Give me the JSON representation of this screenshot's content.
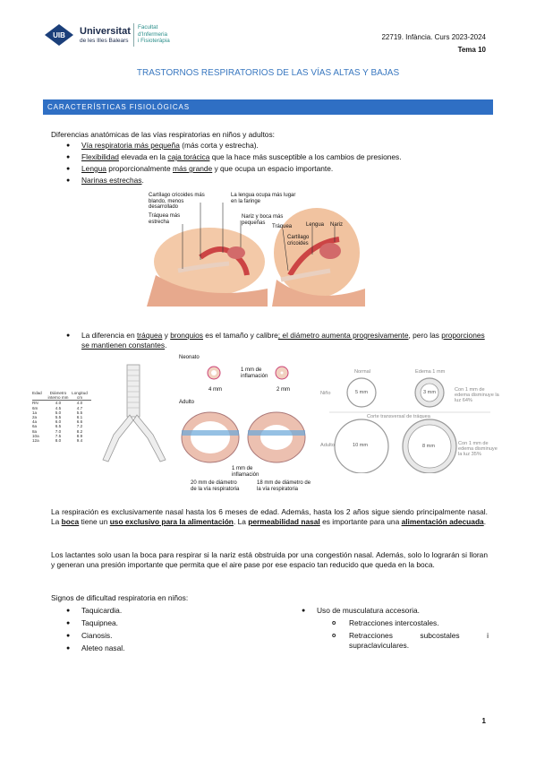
{
  "header": {
    "university_name": "Universitat",
    "university_sub": "de les Illes Balears",
    "logo_text": "UIB",
    "faculty_lines": [
      "Facultat",
      "d'Infermeria",
      "i Fisioteràpia"
    ],
    "course": "22719. Infància. Curs 2023-2024",
    "tema": "Tema 10"
  },
  "title": "TRASTORNOS RESPIRATORIOS DE LAS VÍAS ALTAS Y BAJAS",
  "section": "CARACTERÍSTICAS FISIOLÓGICAS",
  "intro": "Diferencias anatómicas de las vías respiratorias en niños y adultos:",
  "bullets1": {
    "b1_u": "Vía respiratoria más pequeña",
    "b1_rest": " (más corta y estrecha).",
    "b2_u1": "Flexibilidad",
    "b2_mid": " elevada en la ",
    "b2_u2": "caja torácica",
    "b2_rest": " que la hace más susceptible a los cambios de presiones.",
    "b3_u1": "Lengua",
    "b3_mid": " proporcionalmente ",
    "b3_u2": "más grande",
    "b3_rest": " y que ocupa un espacio importante.",
    "b4_u": "Narinas estrechas",
    "b4_rest": "."
  },
  "figure1": {
    "label_cartilago": "Cartílago cricoides más blando, menos desarrollado",
    "label_traquea": "Tráquea más estrecha",
    "label_lengua": "La lengua ocupa más lugar en la faringe",
    "label_nariz_boca": "Nariz y boca más pequeñas",
    "adult_traquea": "Tráquea",
    "adult_lengua": "Lengua",
    "adult_nariz": "Nariz",
    "adult_cartilago": "Cartílago cricoides"
  },
  "bullet2": {
    "pre": "La diferencia en ",
    "u1": "tráquea",
    "and": " y ",
    "u2": "bronquios",
    "mid": " es el tamaño y calibre",
    "u3": "; el diámetro aumenta progresivamente",
    "mid2": ", pero las ",
    "u4": "proporciones se mantienen constantes",
    "end": "."
  },
  "figure2": {
    "table_headers": [
      "Edad",
      "Diámetro interno mm",
      "Longitud cm"
    ],
    "table_rows": [
      [
        "RN",
        "4.0",
        "4.0"
      ],
      [
        "6m",
        "4.5",
        "4.7"
      ],
      [
        "1a",
        "5.0",
        "5.5"
      ],
      [
        "2a",
        "5.5",
        "6.1"
      ],
      [
        "4a",
        "6.0",
        "6.6"
      ],
      [
        "6a",
        "6.5",
        "7.2"
      ],
      [
        "8a",
        "7.0",
        "8.2"
      ],
      [
        "10a",
        "7.5",
        "8.9"
      ],
      [
        "12a",
        "8.0",
        "9.4"
      ]
    ],
    "neonato": "Neonato",
    "adulto": "Adulto",
    "inflamacion_1": "1 mm de inflamación",
    "mm4": "4 mm",
    "mm2": "2 mm",
    "inflamacion_2": "1 mm de inflamación",
    "diam20": "20 mm de diámetro de la vía respiratoria",
    "diam18": "18 mm de diámetro de la vía respiratoria",
    "normal": "Normal",
    "edema": "Edema 1 mm",
    "nino": "Niño",
    "adulto2": "Adulto",
    "c5": "5 mm",
    "c3": "3 mm",
    "c10": "10 mm",
    "c8": "8 mm",
    "corte": "Corte transversal de tráquea",
    "note_nino": "Con 1 mm de edema disminuye la luz 64%",
    "note_adulto": "Con 1 mm de edema disminuye la luz 35%"
  },
  "para1": {
    "a": "La respiración es exclusivamente nasal hasta los 6 meses de edad. Además, hasta los 2 años sigue siendo principalmente nasal. La ",
    "u_boca": "boca",
    "b": " tiene un ",
    "u_uso": "uso exclusivo para la alimentación",
    "c": ". La ",
    "u_perm": "permeabilidad nasal",
    "d": " es importante para una ",
    "u_alim": "alimentación adecuada",
    "e": "."
  },
  "para2": "Los lactantes solo usan la boca para respirar si la nariz está obstruida por una congestión nasal. Además, solo lo lograrán si lloran y generan una presión importante que permita que el aire pase por ese espacio tan reducido que queda en la boca.",
  "signs_title": "Signos de dificultad respiratoria en niños:",
  "signs_left": [
    "Taquicardia.",
    "Taquipnea.",
    "Cianosis.",
    "Aleteo nasal."
  ],
  "signs_right_main": "Uso de musculatura accesoria.",
  "signs_right_sub": [
    "Retracciones intercostales.",
    "Retracciones subcostales i supraclaviculares."
  ],
  "page_number": "1",
  "colors": {
    "accent": "#2f6fc4",
    "title": "#3a78c0",
    "faculty": "#2a8e8a"
  }
}
